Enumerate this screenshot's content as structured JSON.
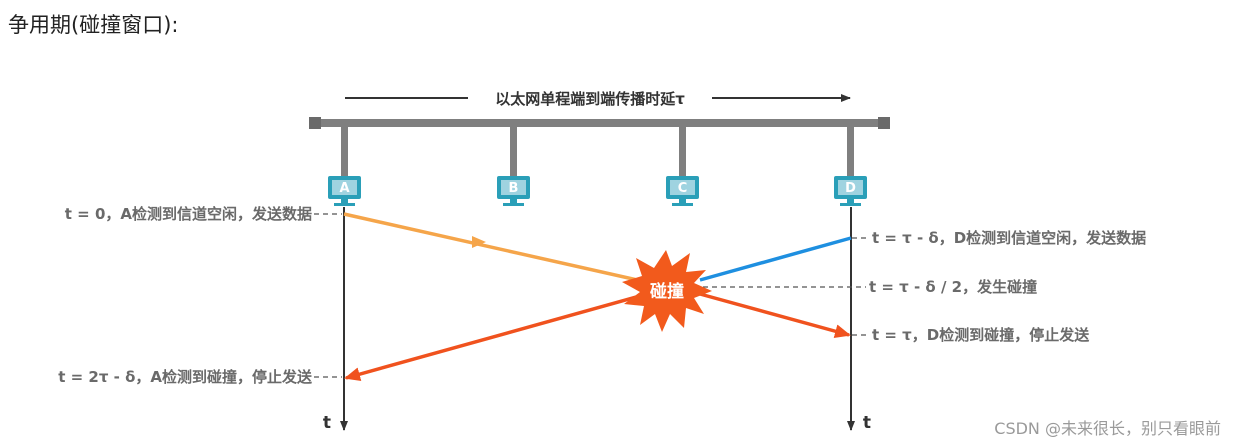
{
  "heading": "争用期(碰撞窗口):",
  "banner": "以太网单程端到端传播时延τ",
  "stations": [
    "A",
    "B",
    "C",
    "D"
  ],
  "time_axis_label": "t",
  "collision_label": "碰撞",
  "events": {
    "a_send": "t = 0，A检测到信道空闲，发送数据",
    "d_send": "t = τ - δ，D检测到信道空闲，发送数据",
    "collision": "t = τ - δ / 2，发生碰撞",
    "d_detect": "t = τ，D检测到碰撞，停止发送",
    "a_detect": "t = 2τ - δ，A检测到碰撞，停止发送"
  },
  "colors": {
    "bus": "#7f7f7f",
    "station": "#2a9fb8",
    "a_signal": "#f5a54a",
    "d_signal": "#1e8fe0",
    "jam_signal": "#f0521e",
    "burst": "#f25a1c"
  },
  "watermark": "CSDN @未来很长，别只看眼前"
}
